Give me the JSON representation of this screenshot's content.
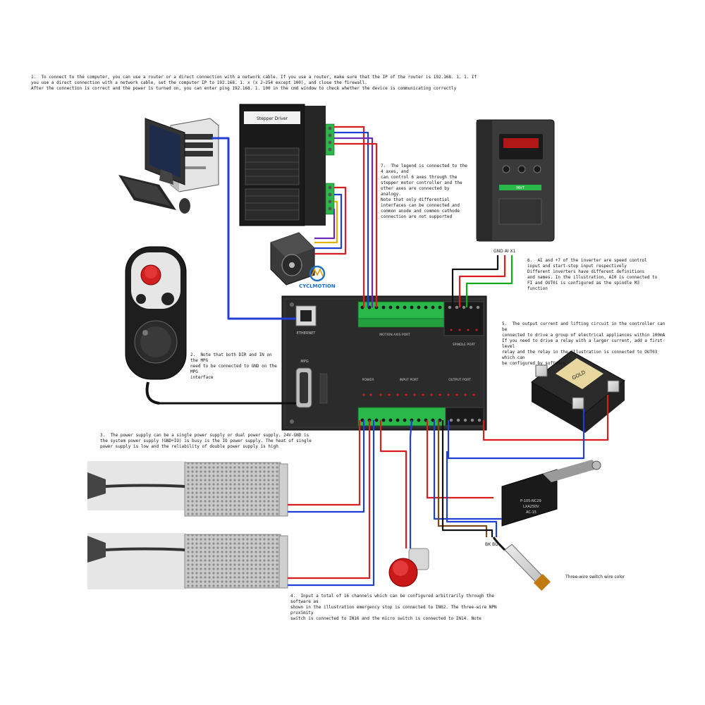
{
  "notes": {
    "n1": "1.  To connect to the computer, you can use a router or a direct connection with a network cable. If you use a router, make sure that the IP of the router is 192.168. 1. 1. If\nyou use a direct connection with a network cable, set the computer IP to 192.168. 1. x (x 2~254 except 100), and close the firewall.\nAfter the connection is correct and the power is turned on, you can enter ping 192.168. 1. 100 in the cmd window to check whether the device is communicating correctly",
    "n2": "2.  Note that both DIR and IN on the MPG\nneed to be connected to GND on the MPG\ninterface",
    "n3": "3.  The power supply can be a single power supply or dual power supply. 24V-GND is\nthe system power supply (GND+IO) is busy is the IO power supply. The heat of single\npower supply is low and the reliability of double power supply is high",
    "n4": "4.  Input a total of 16 channels which can be configured arbitrarily through the software as\nshown in the illustration emergency stop is connected to IN02. The three-wire NPN proximity\nswitch is connected to IN16 and the micro switch is connected to IN14. Note",
    "n5": "5.  The output current and lifting circuit in the controller can be\nconnected to drive a group of electrical appliances within 100mA\nIf you need to drive a relay with a larger current, add a first-level\nrelay and the relay in the illustration is connected to OUT03 which can\nbe configured by software",
    "n6": "6.  AI and +7 of the inverter are speed control\ninput and start-stop input respectively\nDifferent inverters have different definitions\nand names. In the illustration, AI0 is connected to\nFI and OUT01 is configured as the spindle M3\nfunction",
    "n7": "7.  The legend is connected to the 4 axes, and\ncan control 6 axes through the\nstepper motor controller and the\nother axes are connected by analogy.\nNote that only differential\ninterfaces can be connected and\ncommon anode and common cathode\nconnection are not supported"
  },
  "labels": {
    "ethernet": "ETHERNET",
    "mpg": "MPG",
    "motion_axis_port": "MOTION AXIS PORT",
    "spindle_port": "SPINDLE PORT",
    "power": "POWER",
    "input_port": "INPUT PORT",
    "output_port": "OUTPUT PORT",
    "brand": "CYCLMOTION",
    "inverter_terminals": "GND  AI  X1",
    "switch_terminals": "BK  BU",
    "threewire": "Three-wire switch wire color",
    "microswitch_model": "P-105-NC29",
    "microswitch_rating": "LXA250V",
    "microswitch_rating2": "AC-15",
    "relay_brand": "GOLD",
    "inverter_brand": "INVT",
    "driver_title": "Stepper Driver"
  },
  "colors": {
    "wire_blue": "#1f3fd6",
    "wire_red": "#d71f1f",
    "wire_black": "#111111",
    "wire_green": "#15a81a",
    "wire_yellow": "#e0b400",
    "wire_purple": "#6a2bb8",
    "wire_brown": "#7a4a16",
    "terminal_green": "#2bb84a",
    "controller_bg": "#2b2b2b"
  }
}
